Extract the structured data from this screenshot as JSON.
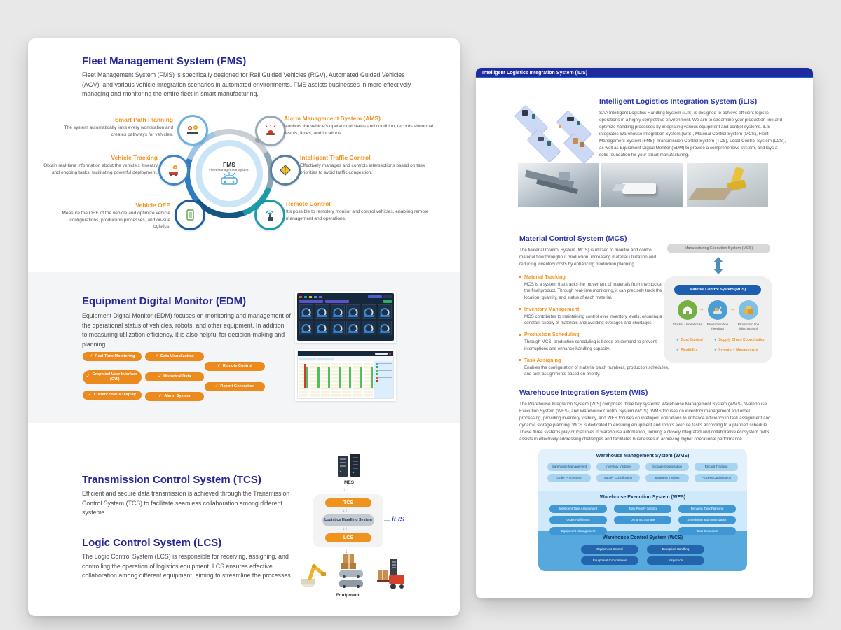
{
  "glyphs": {
    "check": "✓",
    "arrow_right": "→",
    "arrow_down": "↓",
    "arrow_up": "↑"
  },
  "left_page": {
    "fms": {
      "title": "Fleet Management System (FMS)",
      "body": "Fleet Management System (FMS) is specifically designed for Rail Guided Vehicles (RGV), Automated Guided Vehicles (AGV), and various vehicle integration scenarios in automated environments. FMS assists businesses in more effectively managing and monitoring the entire fleet in smart manufacturing.",
      "center": {
        "abbr": "FMS",
        "name": "Fleet Management System"
      },
      "features": [
        {
          "label": "Smart Path Planning",
          "desc": "The system automatically links every workstation and creates pathways for vehicles."
        },
        {
          "label": "Alarm Management System (AMS)",
          "desc": "Monitors the vehicle's operational status and condition, records abnormal events, times, and locations."
        },
        {
          "label": "Vehicle Tracking",
          "desc": "Obtain real-time information about the vehicle's itinerary and ongoing tasks, facilitating powerful deployment."
        },
        {
          "label": "Intelligent Traffic Control",
          "desc": "Effectively manages and controls intersections based on task priorities to avoid traffic congestion."
        },
        {
          "label": "Vehicle OEE",
          "desc": "Measure the OEE of the vehicle and optimize vehicle configurations, production processes, and on-site logistics."
        },
        {
          "label": "Remote Control",
          "desc": "It's possible to remotely monitor and control vehicles, enabling remote management and operations."
        }
      ]
    },
    "edm": {
      "title": "Equipment Digital Monitor (EDM)",
      "body": "Equipment Digital Monitor (EDM) focuses on monitoring and management of the operational status of vehicles, robots, and other equipment. In addition to measuring utilization efficiency, it is also helpful for decision-making and planning.",
      "badges": [
        "Real-Time Monitoring",
        "Graphical User Interface (GUI)",
        "Current Status Display",
        "Data Visualization",
        "Historical Data",
        "Alarm System",
        "Remote Control",
        "Report Generation"
      ]
    },
    "tcs": {
      "title": "Transmission Control System (TCS)",
      "body": "Efficient and secure data transmission is achieved through the Transmission Control System (TCS) to facilitate seamless collaboration among different systems."
    },
    "lcs": {
      "title": "Logic Control System (LCS)",
      "body": "The Logic Control System (LCS) is responsible for receiving, assigning, and controlling the operation of logistics equipment. LCS ensures effective collaboration among different equipment, aiming to streamline the processes."
    },
    "stack_diagram": {
      "top_label": "MES",
      "tcs_pill": "TCS",
      "middle_pill": "Logistics Handling System",
      "lcs_pill": "LCS",
      "side_label": "iLIS",
      "bottom_label": "Equipment"
    }
  },
  "right_page": {
    "header": "Intelligent Logistics Integration System (iLIS)",
    "intro": {
      "title": "Intelligent Logistics Integration System (iLIS)",
      "body": "SAA Intelligent Logistics Handling System (iLIS) is designed to achieve efficient logistic operations in a highly competitive environment. We aim to streamline your production line and optimize handling processes by integrating various equipment and control systems. iLIS integrates Warehouse Integration System (WIS), Material Control System (MCS), Fleet Management System (FMS), Transmission Control System (TCS), Local Control System (LCS), as well as Equipment Digital Monitor (EDM) to provide a comprehensive system, and lays a solid foundation for your smart manufacturing."
    },
    "mcs": {
      "title": "Material Control System (MCS)",
      "body": "The Material Control System (MCS) is utilized to monitor and control material flow throughout production, increasing material utilization and reducing inventory costs by enhancing production planning.",
      "bullets": [
        {
          "label": "Material Tracking",
          "desc": "MCS is a system that tracks the movement of materials from the stocker to the final product. Through real-time monitoring, it can precisely track the location, quantity, and status of each material."
        },
        {
          "label": "Inventory Management",
          "desc": "MCS contributes to maintaining control over inventory levels, ensuring a constant supply of materials and avoiding overages and shortages."
        },
        {
          "label": "Production Scheduling",
          "desc": "Through MCS, production scheduling is based on demand to prevent interruptions and enhance handling capacity."
        },
        {
          "label": "Task Assigning",
          "desc": "Enables the configuration of material batch numbers, production schedules, and task assignments based on priority."
        }
      ]
    },
    "mcs_diagram": {
      "mes_pill": "Manufacturing Execution System (MES)",
      "mcs_pill": "Material Control System (MCS)",
      "steps": [
        "Stocker / Warehouse",
        "Production line (feeding)",
        "Production line (discharging)"
      ],
      "checks": [
        "Cost Control",
        "Supply Chain Coordination",
        "Flexibility",
        "Inventory Management"
      ]
    },
    "wis": {
      "title": "Warehouse Integration System (WIS)",
      "body": "The Warehouse Integration System (WIS) comprises three key systems: Warehouse Management System (WMS), Warehouse Execution System (WES), and Warehouse Control System (WCS). WMS focuses on inventory management and order processing, providing inventory visibility, and WES focuses on intelligent operations to enhance efficiency in task assignment and dynamic storage planning. WCS is dedicated to ensuring equipment and robots execute tasks according to a planned schedule. These three systems play crucial roles in warehouse automation, forming a closely integrated and collaborative ecosystem. WIS assists in effectively addressing challenges and facilitates businesses in achieving higher operational performance."
    },
    "wis_diagram": {
      "wms": {
        "title": "Warehouse Management System (WMS)",
        "pills": [
          "Warehouse Management",
          "Inventory Visibility",
          "Storage Optimization",
          "Record Tracking",
          "Order Processing",
          "Supply Coordination",
          "Business Insights",
          "Process Optimization"
        ]
      },
      "wes": {
        "title": "Warehouse Execution System (WES)",
        "pills": [
          "Intelligent Task Assignment",
          "Task Priority Setting",
          "Dynamic Task Planning",
          "Order Fulfillment",
          "Dynamic Storage",
          "Scheduling and Optimization",
          "Equipment Management",
          "Task Execution"
        ]
      },
      "wcs": {
        "title": "Warehouse Control System (WCS)",
        "pills": [
          "Equipment Control",
          "Exception Handling",
          "Equipment Coordination",
          "Inspection"
        ]
      }
    }
  }
}
